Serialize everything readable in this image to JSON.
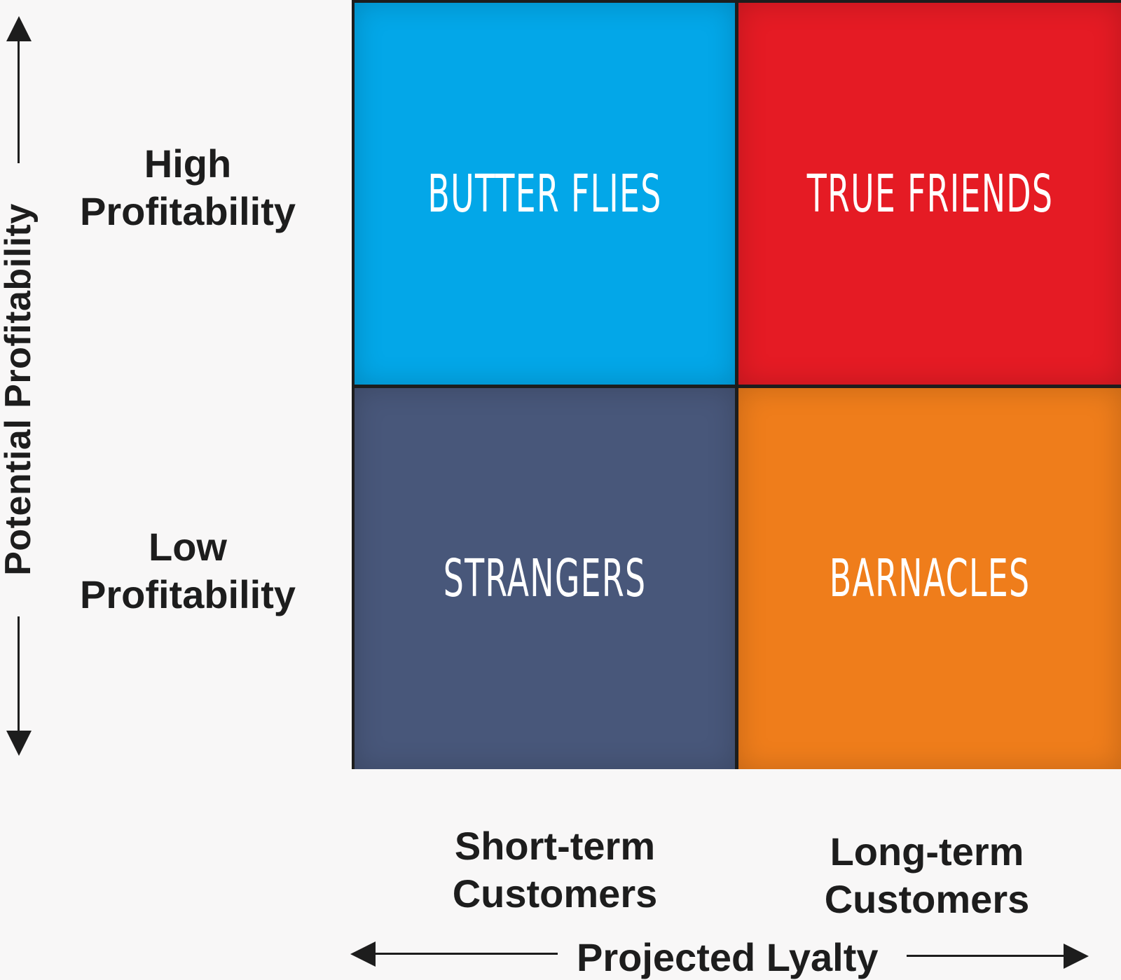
{
  "y_axis": {
    "title": "Potential Profitability"
  },
  "rows": [
    {
      "line1": "High",
      "line2": "Profitability"
    },
    {
      "line1": "Low",
      "line2": "Profitability"
    }
  ],
  "quadrants": [
    {
      "label": "BUTTER FLIES",
      "color": "#03a7e8"
    },
    {
      "label": "TRUE FRIENDS",
      "color": "#e51b24"
    },
    {
      "label": "STRANGERS",
      "color": "#48577a"
    },
    {
      "label": "BARNACLES",
      "color": "#ef7d1b"
    }
  ],
  "columns": [
    {
      "line1": "Short-term",
      "line2": "Customers"
    },
    {
      "line1": "Long-term",
      "line2": "Customers"
    }
  ],
  "x_axis": {
    "title": "Projected Lyalty"
  }
}
